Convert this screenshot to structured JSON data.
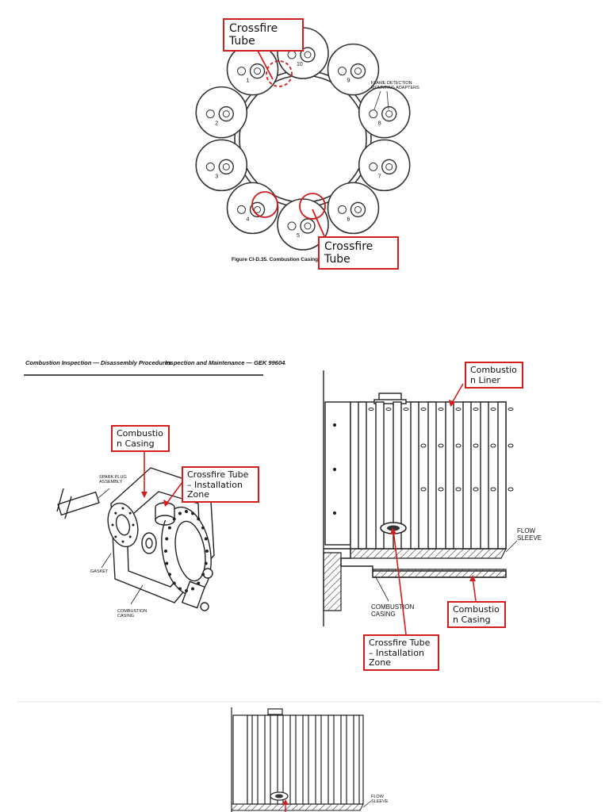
{
  "fig1": {
    "caption": "Figure CI-D.35. Combustion Casing Ar...",
    "cans": [
      "1",
      "2",
      "3",
      "4",
      "5",
      "6",
      "7",
      "8",
      "9",
      "10"
    ],
    "label_flame": "FLAME DETECTION\nMOUNTING ADAPTERS",
    "callout_top": "Crossfire\nTube",
    "callout_bottom": "Crossfire\nTube"
  },
  "fig2": {
    "header_left": "Combustion Inspection — Disassembly Procedures",
    "header_right": "Inspection and Maintenance — GEK 99604B",
    "label_spark": "SPARK PLUG\nASSEMBLY",
    "label_gasket": "GASKET",
    "label_casing": "COMBUSTION\nCASING",
    "callout_casing": "Combustio\nn Casing",
    "callout_crossfire": "Crossfire Tube\n– Installation\nZone"
  },
  "fig3": {
    "label_flow": "FLOW\nSLEEVE",
    "label_casing": "COMBUSTION\nCASING",
    "callout_liner": "Combustio\nn Liner",
    "callout_casing": "Combustio\nn Casing",
    "callout_crossfire": "Crossfire Tube\n– Installation\nZone"
  },
  "fig4": {
    "label_flow": "FLOW\nSLEEVE"
  },
  "colors": {
    "callout_border": "#d21e1e",
    "ink": "#222222"
  }
}
